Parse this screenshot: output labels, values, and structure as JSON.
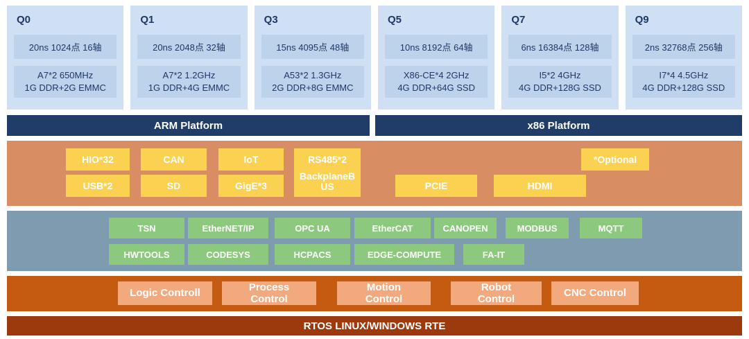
{
  "cards": [
    {
      "title": "Q0",
      "spec": "20ns 1024点 16轴",
      "hw": "A7*2 650MHz\n1G DDR+2G EMMC"
    },
    {
      "title": "Q1",
      "spec": "20ns 2048点 32轴",
      "hw": "A7*2 1.2GHz\n1G DDR+4G EMMC"
    },
    {
      "title": "Q3",
      "spec": "15ns 4095点 48轴",
      "hw": "A53*2 1.3GHz\n2G DDR+8G EMMC"
    },
    {
      "title": "Q5",
      "spec": "10ns 8192点 64轴",
      "hw": "X86-CE*4 2GHz\n4G DDR+64G SSD"
    },
    {
      "title": "Q7",
      "spec": "6ns 16384点 128轴",
      "hw": "I5*2 4GHz\n4G DDR+128G SSD"
    },
    {
      "title": "Q9",
      "spec": "2ns 32768点 256轴",
      "hw": "I7*4 4.5GHz\n4G DDR+128G SSD"
    }
  ],
  "platforms": {
    "arm": "ARM Platform",
    "x86": "x86 Platform"
  },
  "io": {
    "row1": [
      "HIO*32",
      "CAN",
      "IoT",
      "RS485*2"
    ],
    "optional": "*Optional",
    "row2": [
      "USB*2",
      "SD",
      "GigE*3",
      "BackplaneBUS",
      "PCIE",
      "HDMI"
    ]
  },
  "middleware": {
    "row1": [
      "TSN",
      "EtherNET/IP",
      "OPC UA",
      "EtherCAT",
      "CANOPEN",
      "MODBUS",
      "MQTT"
    ],
    "row2": [
      "HWTOOLS",
      "CODESYS",
      "HCPACS",
      "EDGE-COMPUTE",
      "FA-IT"
    ]
  },
  "control": [
    "Logic Controll",
    "Process\nControl",
    "Motion\nControl",
    "Robot\nControl",
    "CNC Control"
  ],
  "rtos": "RTOS LINUX/WINDOWS RTE",
  "colors": {
    "card_bg": "#cfe0f4",
    "card_box": "#bdd3eb",
    "navy_text": "#1f3864",
    "platform_bar": "#1f3d68",
    "io_band": "#d88e62",
    "io_box": "#fbd152",
    "middleware_band": "#7e9bb0",
    "middleware_box": "#8cc87e",
    "control_band": "#c55a11",
    "control_box": "#f2a97e",
    "rtos_bar": "#9c3a0e"
  }
}
